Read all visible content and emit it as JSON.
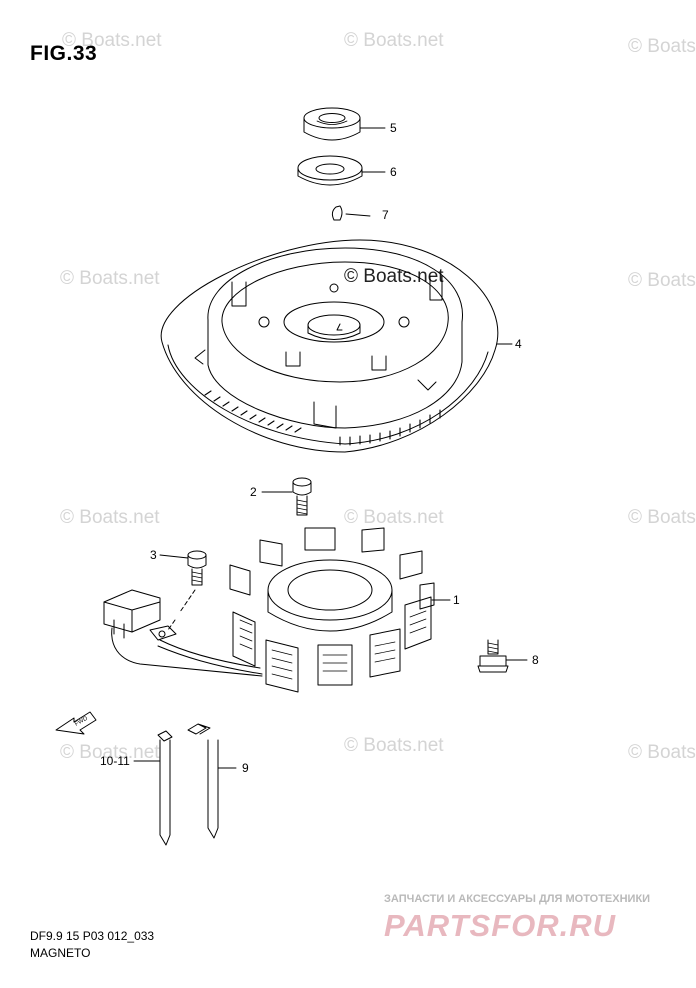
{
  "figure": {
    "title": "FIG.33"
  },
  "watermarks": {
    "text": "© Boats.net",
    "center_text": "© Boats.net"
  },
  "callouts": {
    "p5": "5",
    "p6": "6",
    "p7": "7",
    "p4": "4",
    "p2": "2",
    "p3": "3",
    "p1": "1",
    "p8": "8",
    "p10_11": "10-11",
    "p9": "9"
  },
  "fwd_label": "FWD",
  "footer": {
    "code": "DF9.9 15 P03 012_033",
    "name": "MAGNETO"
  },
  "brand": {
    "subtitle": "ЗАПЧАСТИ И АКСЕССУАРЫ ДЛЯ МОТОТЕХНИКИ",
    "logo": "PARTSFOR.RU",
    "color": "#e8b8bf"
  }
}
